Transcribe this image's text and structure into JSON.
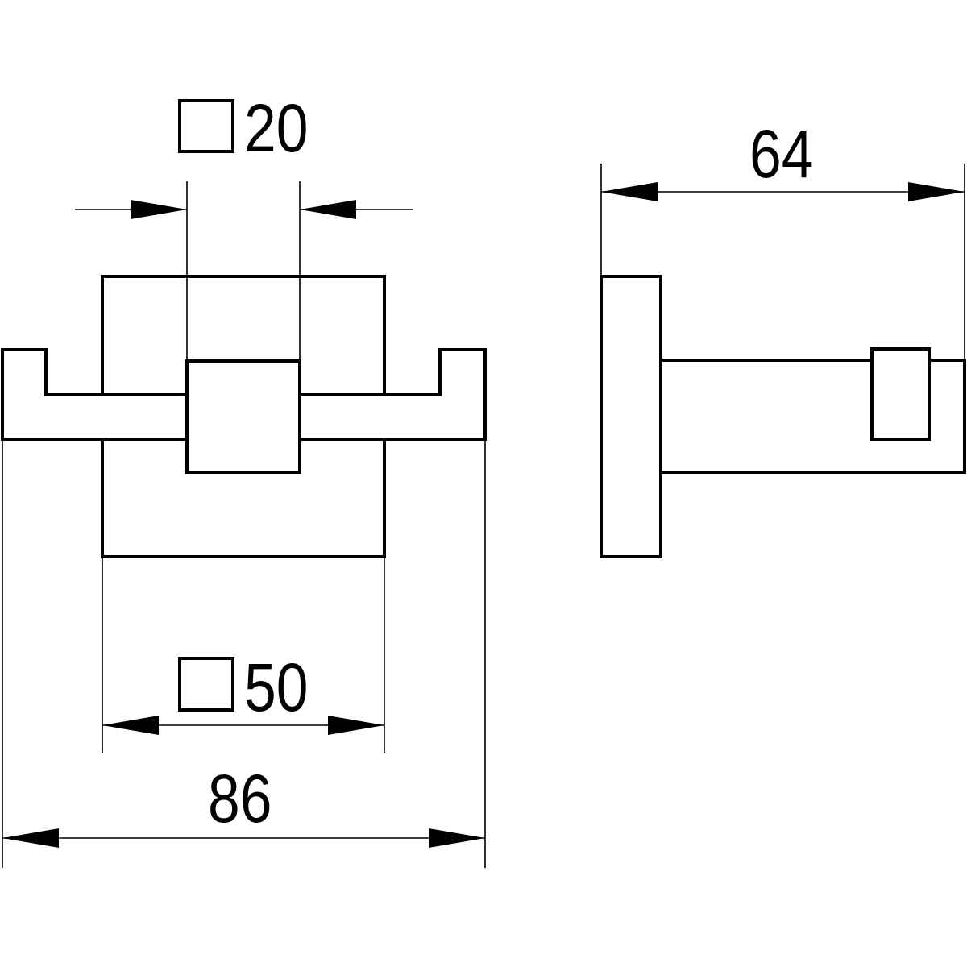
{
  "drawing": {
    "front_view": {
      "hook_square_dimension": {
        "symbol": "square",
        "value": "20"
      },
      "plate_square_dimension": {
        "symbol": "square",
        "value": "50"
      },
      "overall_width": "86"
    },
    "side_view": {
      "projection_depth": "64"
    },
    "line_color": "#000000",
    "background_color": "#ffffff"
  }
}
